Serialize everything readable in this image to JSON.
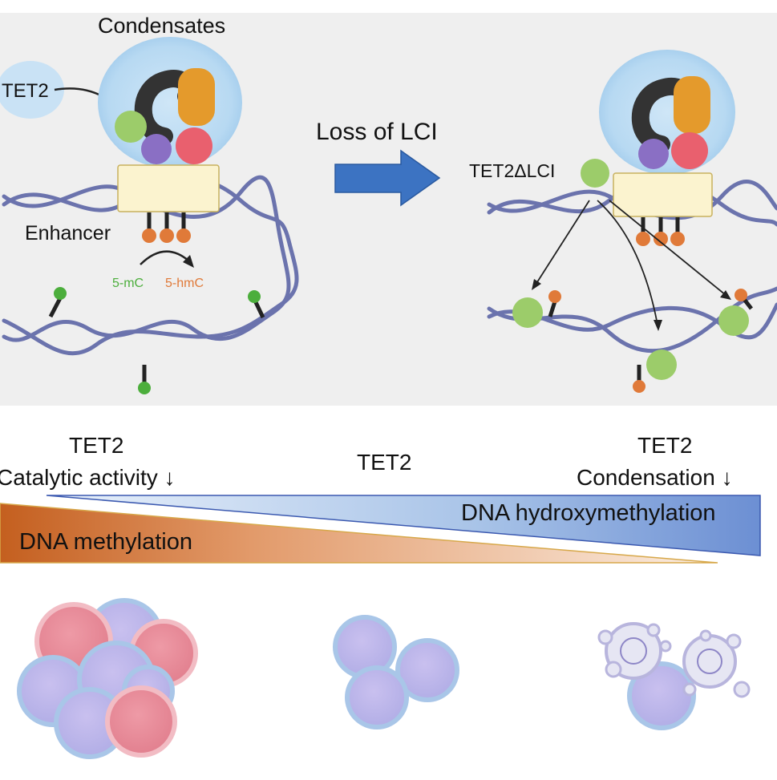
{
  "top_panel": {
    "condensates_label": "Condensates",
    "tet2_label": "TET2",
    "enhancer_label": "Enhancer",
    "mc_label": "5-mC",
    "hmc_label": "5-hmC",
    "arrow_label": "Loss of LCI",
    "tet2_dlci_label": "TET2ΔLCI",
    "colors": {
      "panel_bg": "#efefef",
      "dna_strand": "#6b73ad",
      "condensate": "#bcdcf3",
      "enhancer_box": "#fbf3cf",
      "mc_green": "#4cae3c",
      "hmc_orange": "#e07a39",
      "arrow_blue": "#3c73c2"
    }
  },
  "bottom_panel": {
    "left_title": "TET2",
    "left_sub": "Catalytic  activity ↓",
    "center_title": "TET2",
    "right_title": "TET2",
    "right_sub": "Condensation ↓",
    "blue_wedge_label": "DNA hydroxymethylation",
    "orange_wedge_label": "DNA methylation"
  }
}
